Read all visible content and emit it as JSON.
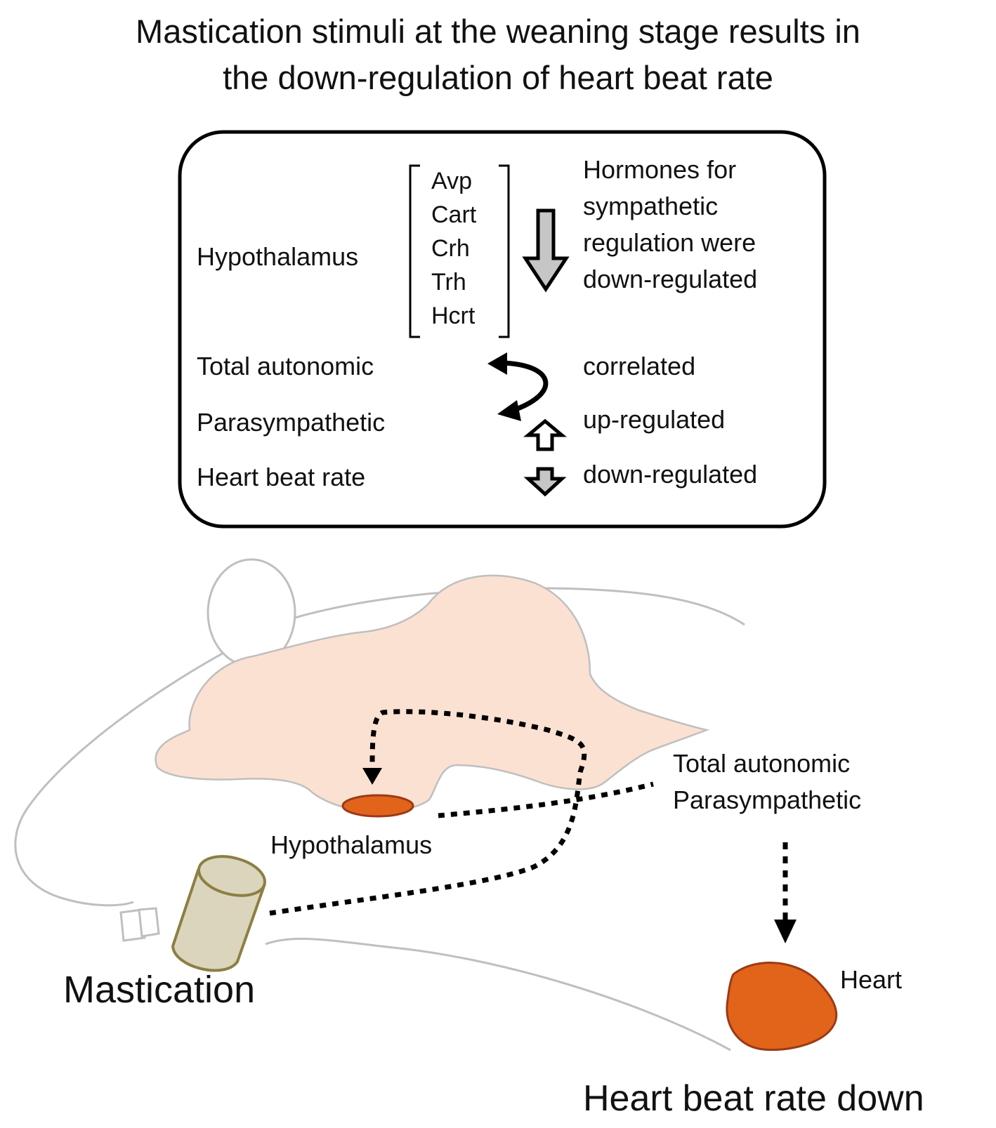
{
  "title": {
    "line1": "Mastication stimuli at the weaning stage results in",
    "line2": "the down-regulation of heart beat rate"
  },
  "summary_box": {
    "region_label": "Hypothalamus",
    "hormones": [
      "Avp",
      "Cart",
      "Crh",
      "Trh",
      "Hcrt"
    ],
    "hormone_note": [
      "Hormones for",
      "sympathetic",
      "regulation were",
      "down-regulated"
    ],
    "rows": [
      {
        "label": "Total autonomic",
        "status": "correlated"
      },
      {
        "label": "Parasympathetic",
        "status": "up-regulated"
      },
      {
        "label": "Heart beat rate",
        "status": "down-regulated"
      }
    ]
  },
  "illustration": {
    "hypothalamus_label": "Hypothalamus",
    "autonomic_label_1": "Total autonomic",
    "autonomic_label_2": "Parasympathetic",
    "heart_label": "Heart",
    "mastication_label": "Mastication",
    "result_label": "Heart beat rate down"
  },
  "colors": {
    "brain_fill": "#fbe1d2",
    "organ_fill": "#e2631a",
    "organ_stroke": "#9a3a18",
    "food_fill": "#dcd5bd",
    "food_stroke": "#8b7f43",
    "arrow_gray": "#c6c6c6",
    "outline_gray": "#bfbfbf"
  }
}
